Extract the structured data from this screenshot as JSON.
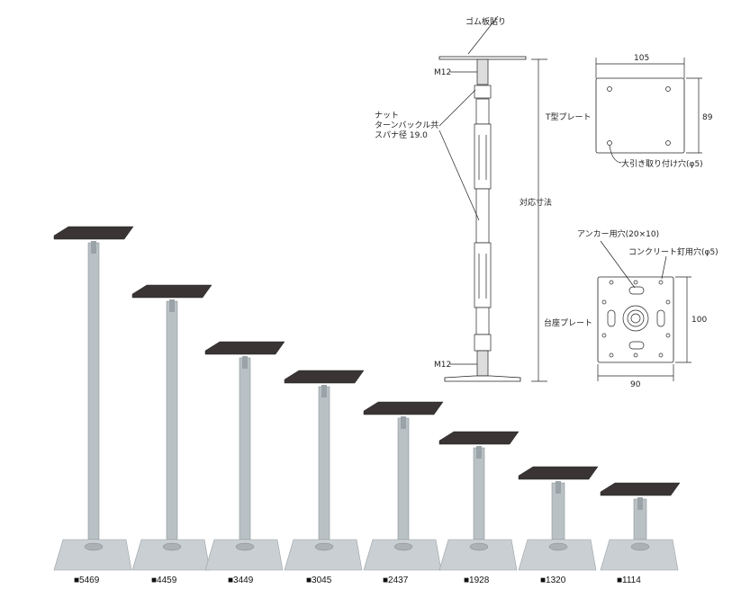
{
  "drawing": {
    "rubber_plate": "ゴム板貼り",
    "thread_top": "M12",
    "thread_bottom": "M12",
    "nut_line1": "ナット",
    "nut_line2": "ターンバックル共",
    "nut_line3": "スパナ径 19.0",
    "range_label": "対応寸法",
    "t_plate_label": "T型プレート",
    "t_plate_width": "105",
    "t_plate_height": "89",
    "t_plate_hole": "大引き取り付け穴(φ5)",
    "anchor_hole": "アンカー用穴(20×10)",
    "nail_hole": "コンクリート釘用穴(φ5)",
    "base_plate_label": "台座プレート",
    "base_plate_height": "100",
    "base_plate_width": "90"
  },
  "products": [
    {
      "label": "■5469"
    },
    {
      "label": "■4459"
    },
    {
      "label": "■3449"
    },
    {
      "label": "■3045"
    },
    {
      "label": "■2437"
    },
    {
      "label": "■1928"
    },
    {
      "label": "■1320"
    },
    {
      "label": "■1114"
    }
  ],
  "colors": {
    "plate": "#3a3534",
    "shaft": "#b9c1c5",
    "base": "#c9cfd2"
  }
}
